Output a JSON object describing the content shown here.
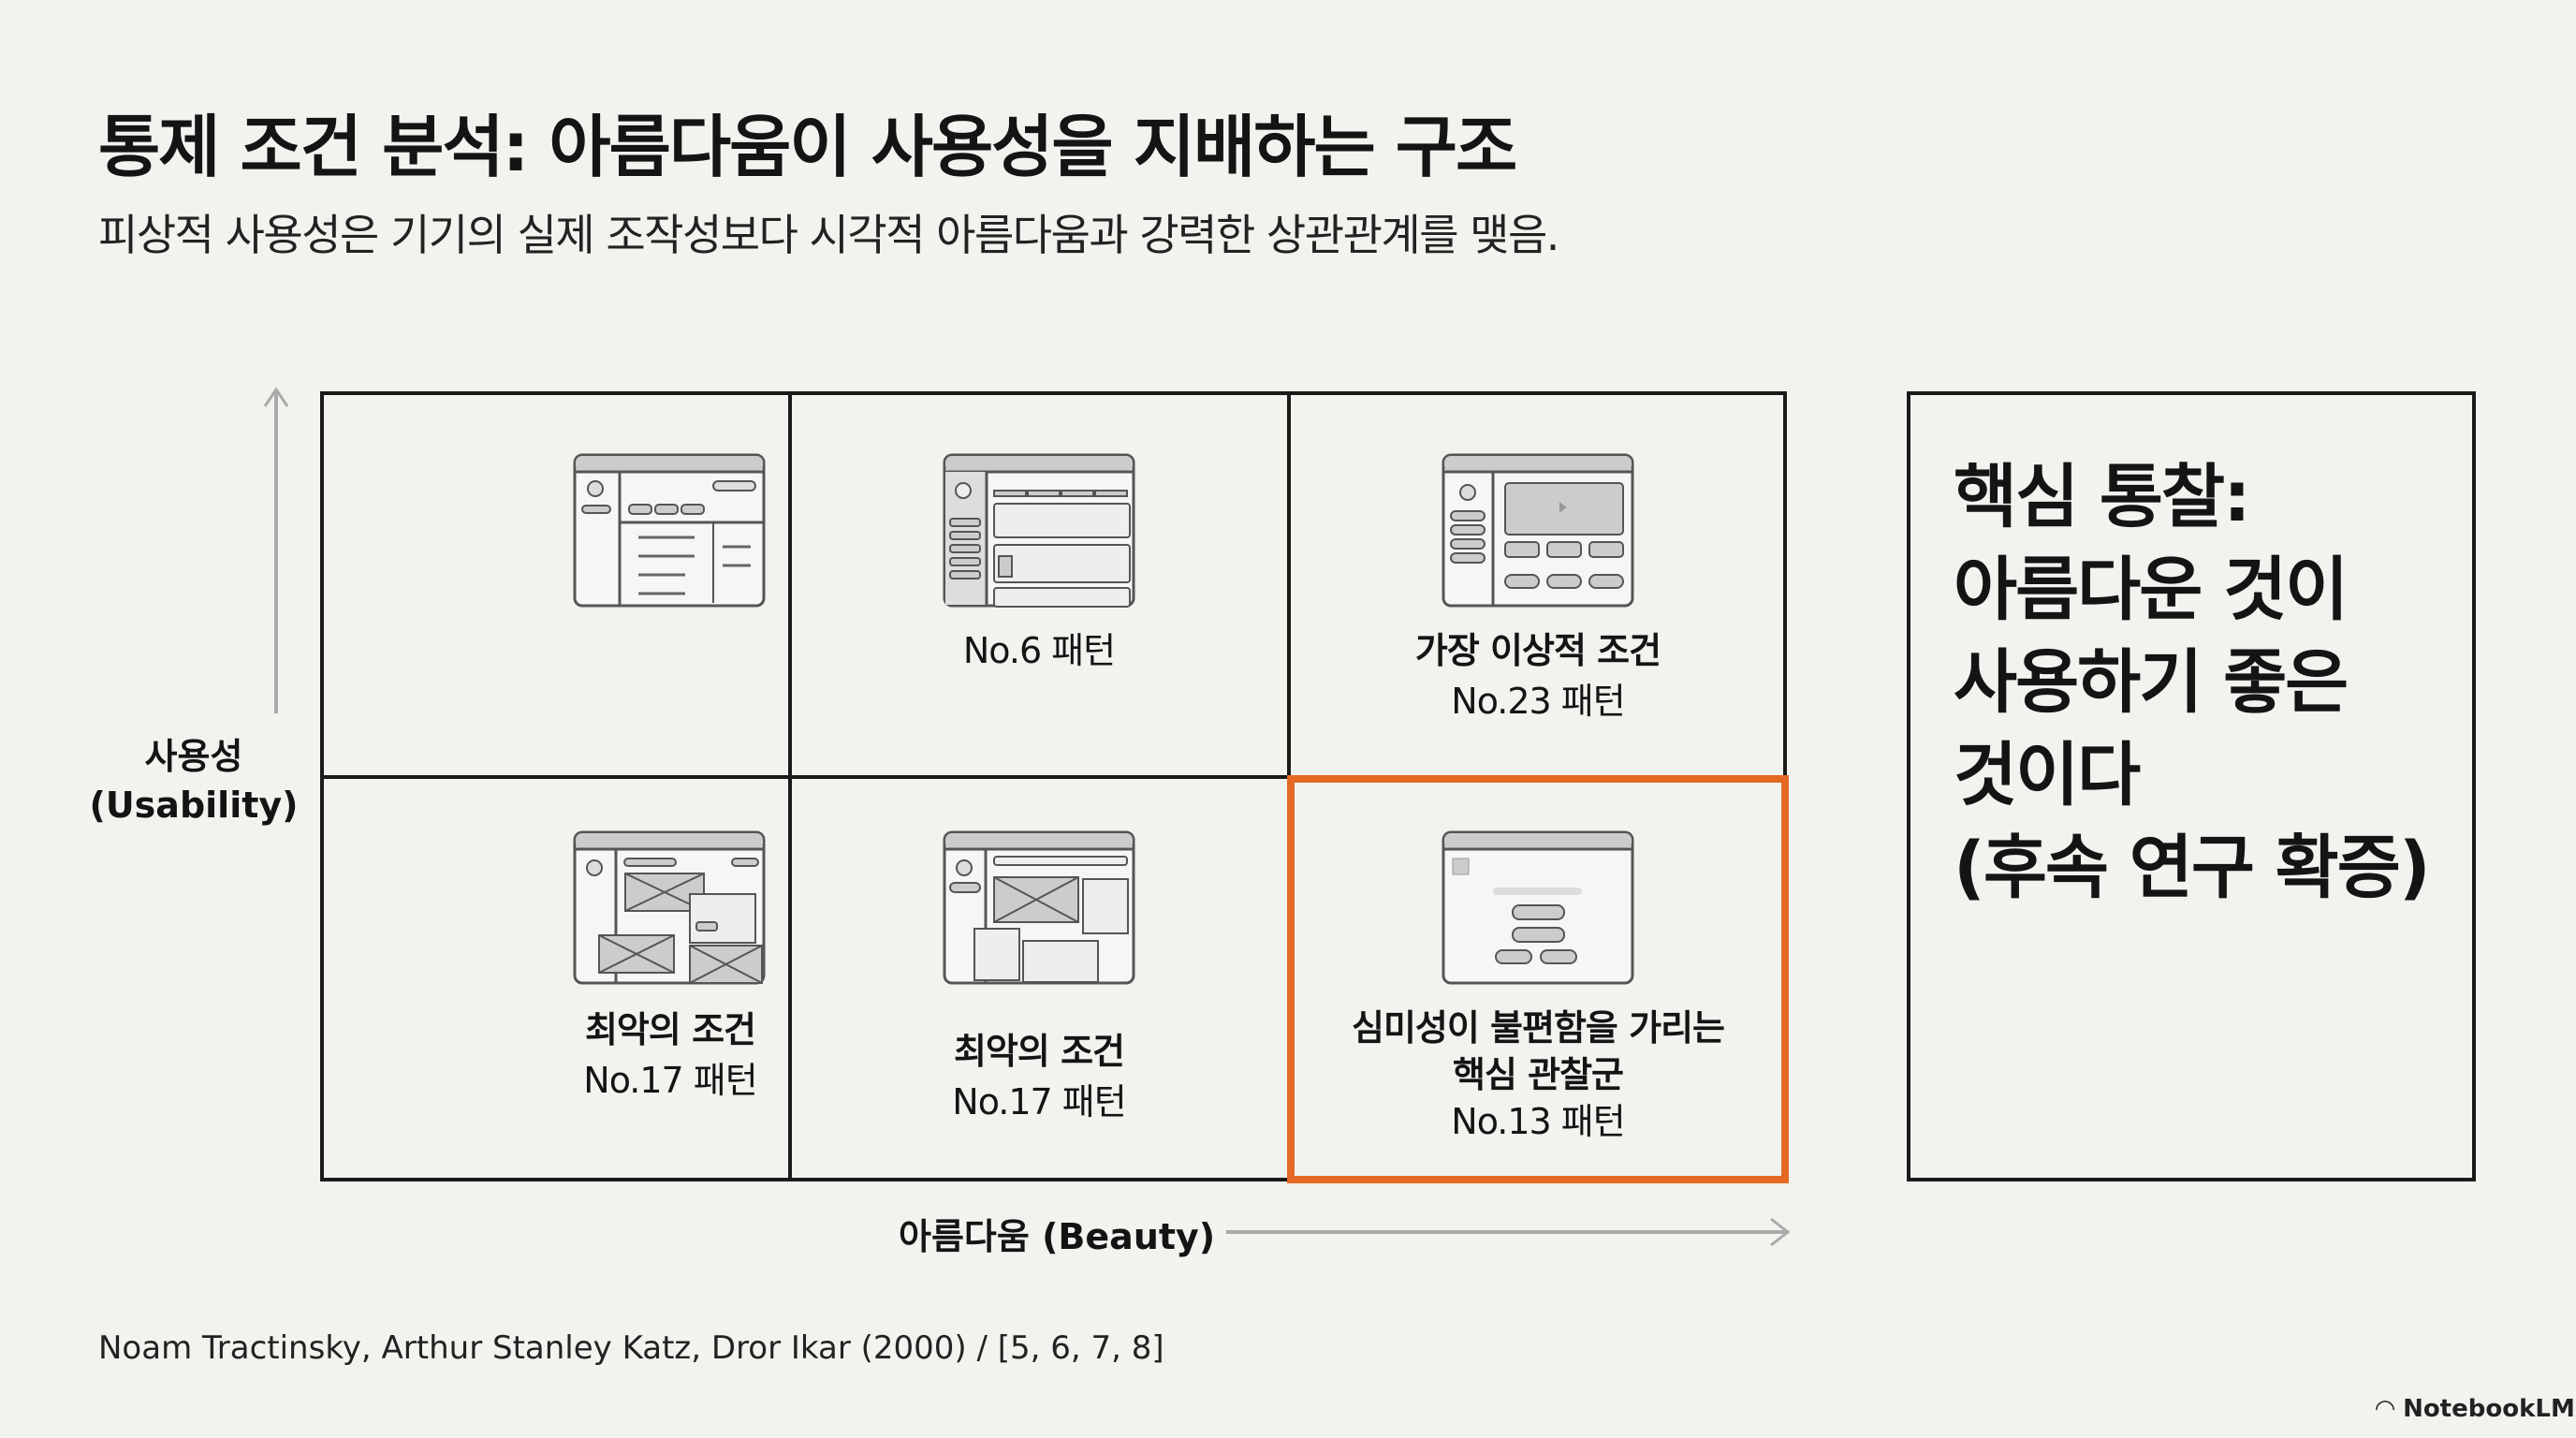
{
  "header": {
    "title": "통제 조건 분석: 아름다움이 사용성을 지배하는 구조",
    "subtitle": "피상적 사용성은 기기의 실제 조작성보다 시각적 아름다움과 강력한 상관관계를 맺음."
  },
  "matrix": {
    "y_axis": {
      "label_ko": "사용성",
      "label_en": "(Usability)"
    },
    "x_axis": {
      "label": "아름다움 (Beauty)"
    },
    "cells": [
      {
        "row": "top",
        "col": 1,
        "title": "",
        "pattern": ""
      },
      {
        "row": "top",
        "col": 2,
        "title": "",
        "pattern": "No.6 패턴"
      },
      {
        "row": "top",
        "col": 3,
        "title": "가장 이상적 조건",
        "pattern": "No.23 패턴"
      },
      {
        "row": "bottom",
        "col": 1,
        "title": "최악의 조건",
        "pattern": "No.17 패턴"
      },
      {
        "row": "bottom",
        "col": 2,
        "title": "최악의 조건",
        "pattern": "No.17 패턴"
      },
      {
        "row": "bottom",
        "col": 3,
        "title_line1": "심미성이 불편함을 가리는",
        "title_line2": "핵심 관찰군",
        "pattern": "No.13 패턴",
        "highlighted": true
      }
    ],
    "highlight_color": "#e36a24"
  },
  "insight": {
    "lines": [
      "핵심 통찰:",
      "아름다운 것이",
      "사용하기 좋은",
      "것이다",
      "(후속 연구 확증)"
    ]
  },
  "footer": {
    "citation": "Noam Tractinsky, Arthur Stanley Katz, Dror Ikar (2000) / [5, 6, 7, 8]",
    "brand": "NotebookLM"
  }
}
